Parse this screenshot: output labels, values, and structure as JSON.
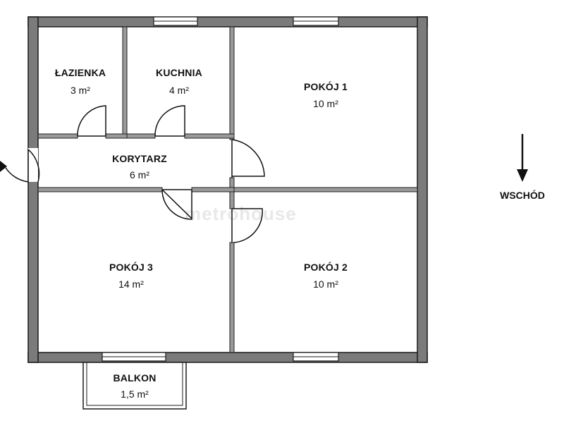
{
  "rooms": {
    "lazienka": {
      "name": "ŁAZIENKA",
      "area": "3 m²"
    },
    "kuchnia": {
      "name": "KUCHNIA",
      "area": "4 m²"
    },
    "pokoj1": {
      "name": "POKÓJ 1",
      "area": "10 m²"
    },
    "korytarz": {
      "name": "KORYTARZ",
      "area": "6 m²"
    },
    "pokoj3": {
      "name": "POKÓJ 3",
      "area": "14 m²"
    },
    "pokoj2": {
      "name": "POKÓJ 2",
      "area": "10 m²"
    },
    "balkon": {
      "name": "BALKON",
      "area": "1,5 m²"
    }
  },
  "compass": {
    "label": "WSCHÓD",
    "direction": "down-arrow-icon"
  },
  "watermark": "metrohouse",
  "colors": {
    "wall": "#7b7b7b",
    "outline": "#1a1a1a",
    "background": "#ffffff"
  }
}
